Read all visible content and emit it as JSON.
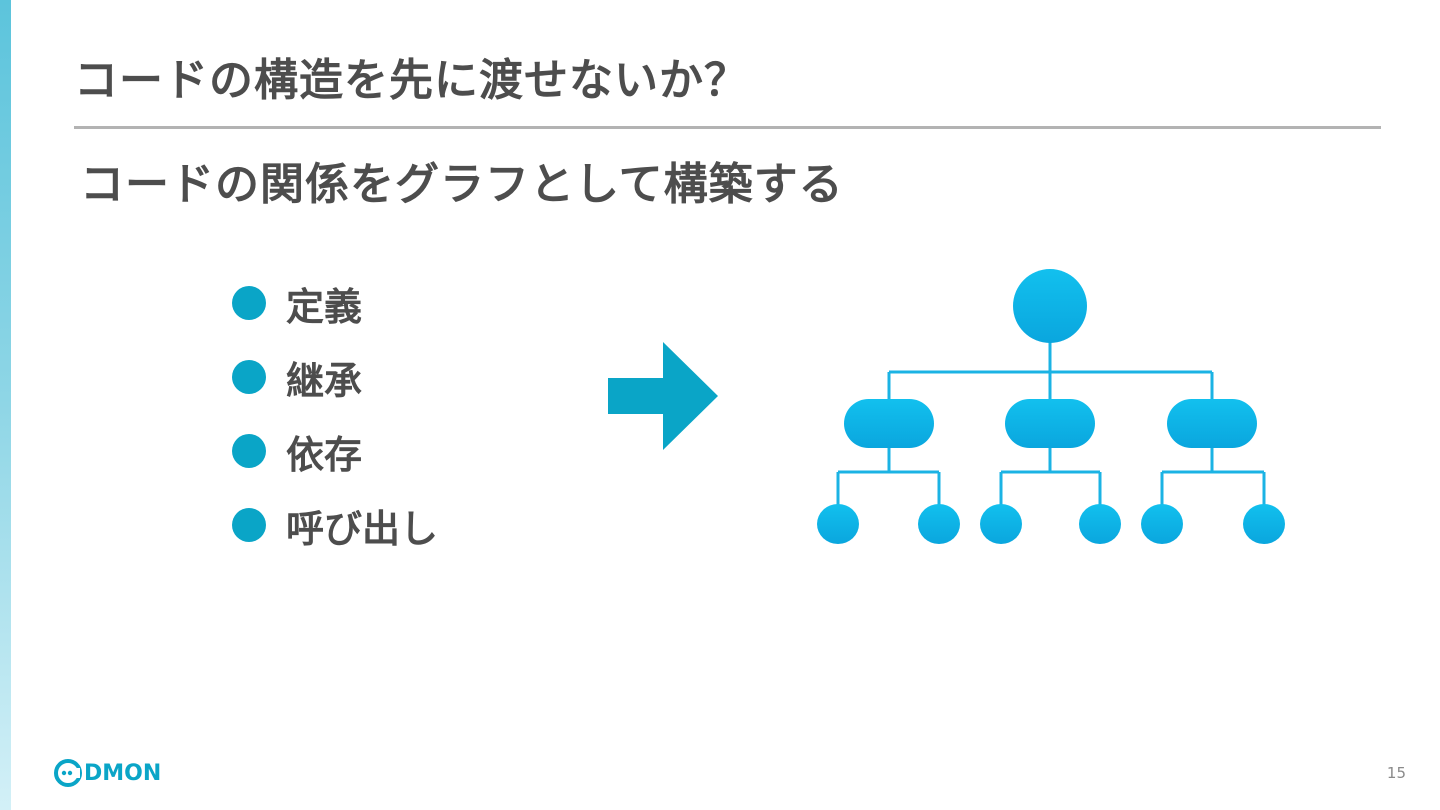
{
  "slide": {
    "title": "コードの構造を先に渡せないか？",
    "subtitle": "コードの関係をグラフとして構築する",
    "bullets": [
      "定義",
      "継承",
      "依存",
      "呼び出し"
    ],
    "page_number": "15"
  },
  "logo": {
    "text": "DMON",
    "icon": "codmon-logo-icon"
  },
  "colors": {
    "accent": "#0aa5c7",
    "tree_node": "#1bb3e4",
    "text": "#4d4d4d",
    "rule": "#b3b3b3"
  },
  "diagram": {
    "type": "hierarchy-tree",
    "levels": [
      1,
      3,
      6
    ]
  }
}
